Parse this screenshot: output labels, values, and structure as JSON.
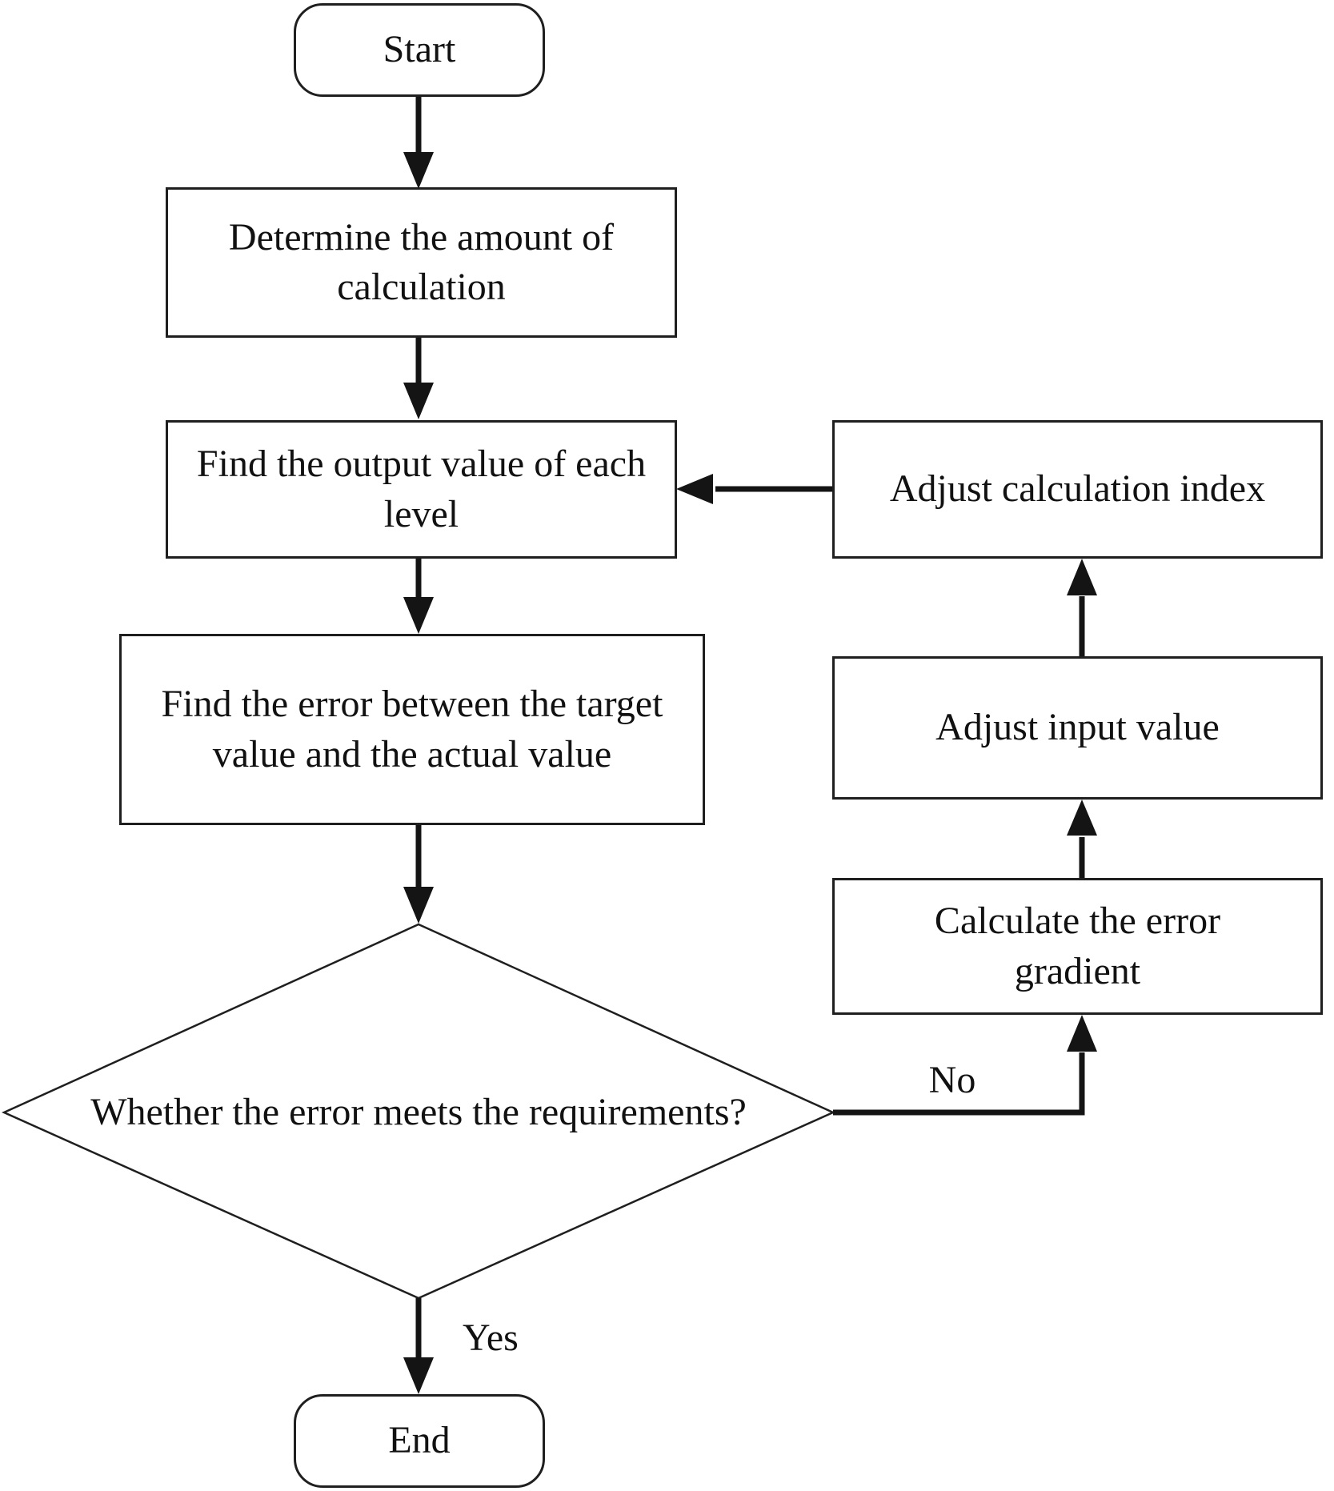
{
  "colors": {
    "background": "#ffffff",
    "border": "#1f1f1f",
    "arrow": "#141414",
    "text": "#111111"
  },
  "nodes": {
    "start": {
      "label": "Start"
    },
    "determine_amount": {
      "label": "Determine the amount of calculation"
    },
    "find_output": {
      "label": "Find the output value of each level"
    },
    "find_error": {
      "label": "Find the error between the target value and the actual value"
    },
    "error_check": {
      "label": "Whether the error meets the requirements?"
    },
    "end": {
      "label": "End"
    },
    "adjust_index": {
      "label": "Adjust calculation index"
    },
    "adjust_input": {
      "label": "Adjust input value"
    },
    "calc_gradient": {
      "label": "Calculate the error gradient"
    }
  },
  "edge_labels": {
    "yes": "Yes",
    "no": "No"
  }
}
